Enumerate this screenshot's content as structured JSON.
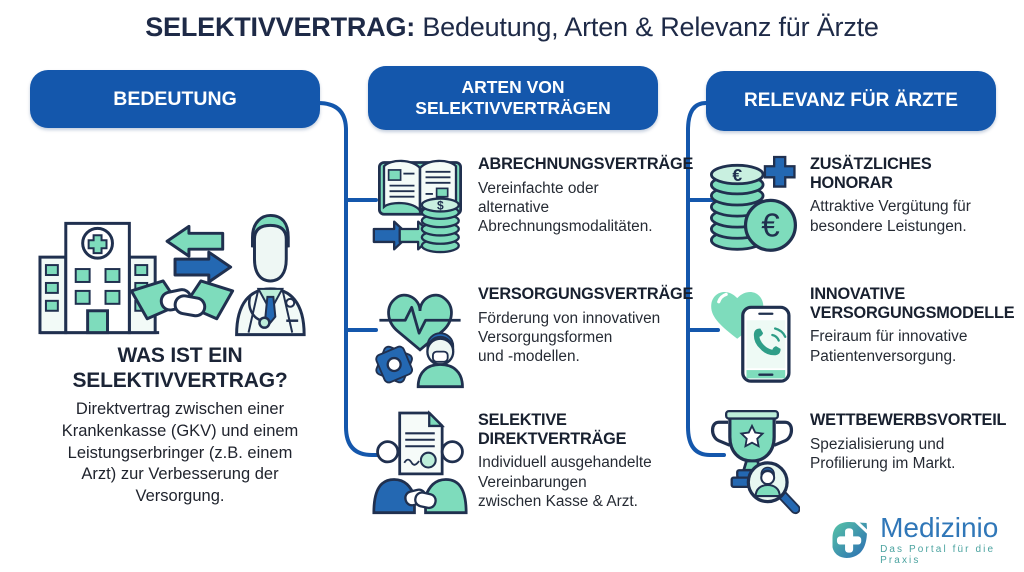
{
  "title": {
    "lead": "SELEKTIVVERTRAG:",
    "rest": " Bedeutung, Arten & Relevanz für Ärzte"
  },
  "bedeutung": {
    "header": "BEDEUTUNG",
    "illustration_icon": "hospital-handshake-doctor-icon",
    "question": "WAS IST EIN\nSELEKTIVVERTRAG?",
    "definition": "Direktvertrag zwischen einer\nKrankenkasse (GKV) und einem\nLeistungserbringer (z.B. einem\nArzt) zur Verbesserung der\nVersorgung."
  },
  "arten": {
    "header": "ARTEN VON\nSELEKTIVVERTRÄGEN",
    "items": [
      {
        "icon": "open-book-coins-arrows-icon",
        "title": "ABRECHNUNGSVERTRÄGE",
        "body": "Vereinfachte oder\nalternative\nAbrechnungsmodalitäten."
      },
      {
        "icon": "heart-ekg-gear-patient-icon",
        "title": "VERSORGUNGSVERTRÄGE",
        "body": "Förderung von innovativen\nVersorgungsformen\nund -modellen."
      },
      {
        "icon": "contract-handshake-icon",
        "title": "SELEKTIVE\nDIREKTVERTRÄGE",
        "body": "Individuell ausgehandelte\nVereinbarungen\nzwischen Kasse & Arzt."
      }
    ]
  },
  "relevanz": {
    "header": "RELEVANZ FÜR ÄRZTE",
    "items": [
      {
        "icon": "euro-coins-plus-icon",
        "title": "ZUSÄTZLICHES\nHONORAR",
        "body": "Attraktive Vergütung für\nbesondere Leistungen."
      },
      {
        "icon": "heart-smartphone-icon",
        "title": "INNOVATIVE\nVERSORGUNGSMODELLE",
        "body": "Freiraum für innovative\nPatientenversorgung."
      },
      {
        "icon": "trophy-magnifier-doctor-icon",
        "title": "WETTBEWERBSVORTEIL",
        "body": "Spezialisierung und\nProfilierung im Markt."
      }
    ]
  },
  "logo": {
    "icon": "medizinio-leaf-cross-icon",
    "brand": "Medizinio",
    "tagline": "Das Portal für die Praxis"
  },
  "colors": {
    "pill_blue": "#1457ac",
    "navy_outline": "#20304f",
    "mint": "#7edcbc",
    "icon_blue": "#2468b2",
    "title_navy": "#1e2a47",
    "logo_blue": "#3077b8",
    "logo_teal": "#4ba3a0"
  }
}
